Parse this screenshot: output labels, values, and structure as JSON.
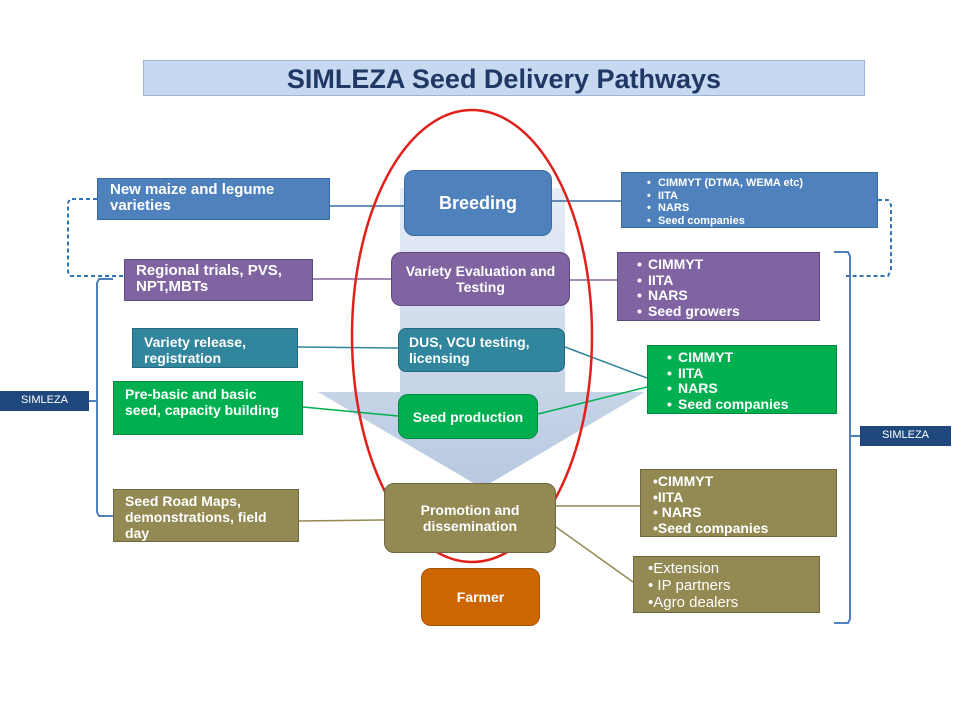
{
  "title": "SIMLEZA Seed Delivery Pathways",
  "side_labels": {
    "left": "SIMLEZA",
    "right": "SIMLEZA"
  },
  "center_stages": {
    "breeding": "Breeding",
    "evaluation": "Variety Evaluation and Testing",
    "dus": "DUS, VCU testing, licensing",
    "seed_production": "Seed production",
    "promotion": "Promotion  and dissemination",
    "farmer": "Farmer"
  },
  "left_boxes": {
    "new_varieties": "New maize and legume varieties",
    "regional_trials": "Regional trials, PVS, NPT,MBTs",
    "release": "Variety release, registration",
    "prebasic": "Pre-basic and basic seed, capacity building",
    "road_maps": "Seed Road Maps, demonstrations, field day"
  },
  "right_boxes": {
    "breeding_partners": [
      "CIMMYT (DTMA, WEMA etc)",
      "IITA",
      "NARS",
      "Seed companies"
    ],
    "evaluation_partners": [
      "CIMMYT",
      "IITA",
      " NARS",
      "Seed growers"
    ],
    "production_partners": [
      "CIMMYT",
      "IITA",
      "NARS",
      " Seed companies"
    ],
    "promotion_partners": [
      "•CIMMYT",
      "•IITA",
      "• NARS",
      "•Seed companies"
    ],
    "extension_partners": [
      "•Extension",
      "• IP partners",
      "•Agro dealers"
    ]
  },
  "colors": {
    "blue": "#4f81bd",
    "purple": "#8064a2",
    "teal": "#31859c",
    "green": "#00b050",
    "olive": "#938953",
    "orange": "#cc6600",
    "navy": "#1f497d",
    "oval": "#e0201b",
    "arrow": "#c9d6ea"
  }
}
